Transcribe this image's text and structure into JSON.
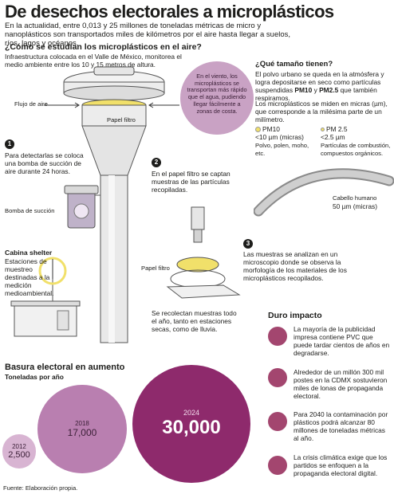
{
  "header": {
    "title": "De desechos electorales a microplásticos",
    "intro": "En la actualidad, entre 0,013 y 25 millones de toneladas métricas de micro y nanoplásticos son transportados miles de kilómetros por el aire hasta llegar a suelos, ríos, lagos y océanos."
  },
  "study": {
    "heading": "¿Cómo se estudian los microplásticos en el aire?",
    "intro": "Infraestructura colocada en el Valle de México, monitorea el medio ambiente entre los 10 y 15 metros de altura.",
    "wind_note": "En el viento, los microplásticos se transportan más rápido que el agua, pudiendo llegar fácilmente a zonas de costa.",
    "label_airflow": "Flujo de aire",
    "label_filter": "Papel filtro",
    "label_pump": "Bomba de succión",
    "label_filter2": "Papel filtro",
    "step1_num": "1",
    "step1": "Para detectarlas se coloca una bomba de succión de aire durante 24 horas.",
    "step2_num": "2",
    "step2": "En el papel filtro se captan muestras de las partículas recopiladas.",
    "step3_num": "3",
    "step3": "Las muestras se analizan en un microscopio donde se observa la morfología de los materiales de los microplásticos recopilados.",
    "shelter_title": "Cabina shelter",
    "shelter_text": "Estaciones de muestreo destinadas a la medición medioambiental.",
    "seasons": "Se recolectan muestras todo el año, tanto en estaciones secas, como de lluvia."
  },
  "size": {
    "heading": "¿Qué tamaño tienen?",
    "text1_a": "El polvo urbano se queda en la atmósfera y logra depositarse en seco como partículas suspendidas ",
    "text1_b": "PM10",
    "text1_c": " y ",
    "text1_d": "PM2.5",
    "text1_e": " que también respiramos.",
    "text2": "Los microplásticos se miden en micras (µm), que corresponde a la milésima parte de un milímetro.",
    "pm10_label": "PM10",
    "pm10_size": "<10 µm (micras)",
    "pm10_desc": "Polvo, polen, moho, etc.",
    "pm25_label": "PM 2.5",
    "pm25_size": "<2.5 µm",
    "pm25_desc": "Partículas de combustión, compuestos orgánicos.",
    "hair_label": "Cabello humano",
    "hair_size": "50 µm (micras)"
  },
  "impact": {
    "heading": "Duro impacto",
    "items": [
      {
        "icon": "hourglass-icon",
        "text": "La mayoría de la publicidad impresa contiene PVC que puede tardar cientos de años en degradarse."
      },
      {
        "icon": "street-pole-icon",
        "text": "Alrededor de un millón 300 mil postes en la CDMX sostuvieron miles de lonas de propaganda electoral."
      },
      {
        "icon": "waste-pile-icon",
        "text": "Para 2040 la contaminación por plásticos podrá alcanzar 80 millones de toneladas métricas al año."
      },
      {
        "icon": "globe-icon",
        "text": "La crisis climática exige que los partidos se enfoquen a la propaganda electoral digital."
      }
    ]
  },
  "chart_data": {
    "type": "bubble",
    "title": "Basura electoral en aumento",
    "subtitle": "Toneladas por año",
    "categories": [
      "2012",
      "2018",
      "2024"
    ],
    "values": [
      2500,
      17000,
      30000
    ],
    "value_labels": [
      "2,500",
      "17,000",
      "30,000"
    ],
    "colors": [
      "#d8b4d2",
      "#b97fb0",
      "#8e2a6c"
    ]
  },
  "footer": {
    "source": "Fuente: Elaboración propia."
  },
  "colors": {
    "accent": "#8e2a6c",
    "bubble": "#c9a2c4",
    "highlight": "#f1e06a"
  }
}
